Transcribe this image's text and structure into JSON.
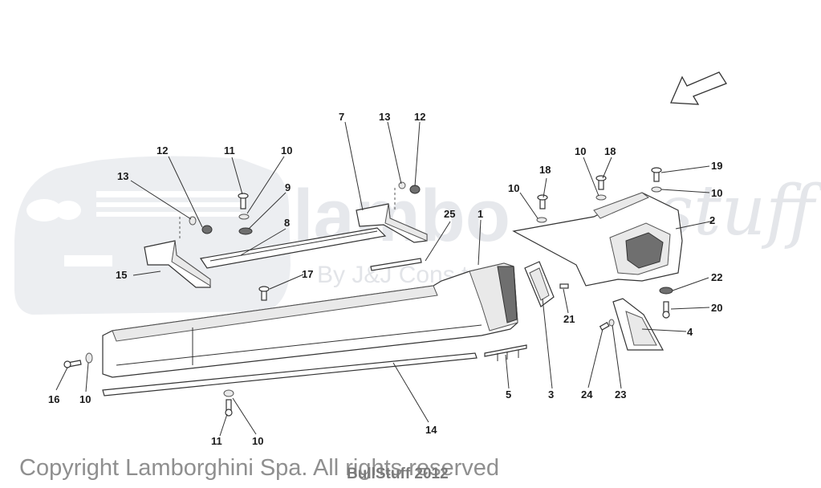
{
  "watermark": {
    "logo_word": "lambo",
    "logo_script": "stuff",
    "logo_sub": "By J&J Cons  ts",
    "car_silhouette_icon": "car-silhouette-icon"
  },
  "direction_arrow_icon": "direction-arrow-icon",
  "callouts": [
    {
      "id": "c12a",
      "label": "12"
    },
    {
      "id": "c11a",
      "label": "11"
    },
    {
      "id": "c10a",
      "label": "10"
    },
    {
      "id": "c13a",
      "label": "13"
    },
    {
      "id": "c9",
      "label": "9"
    },
    {
      "id": "c8",
      "label": "8"
    },
    {
      "id": "c15",
      "label": "15"
    },
    {
      "id": "c7",
      "label": "7"
    },
    {
      "id": "c13b",
      "label": "13"
    },
    {
      "id": "c12b",
      "label": "12"
    },
    {
      "id": "c25",
      "label": "25"
    },
    {
      "id": "c1",
      "label": "1"
    },
    {
      "id": "c17",
      "label": "17"
    },
    {
      "id": "c18a",
      "label": "18"
    },
    {
      "id": "c10b",
      "label": "10"
    },
    {
      "id": "c10c",
      "label": "10"
    },
    {
      "id": "c18b",
      "label": "18"
    },
    {
      "id": "c19",
      "label": "19"
    },
    {
      "id": "c10d",
      "label": "10"
    },
    {
      "id": "c2",
      "label": "2"
    },
    {
      "id": "c22",
      "label": "22"
    },
    {
      "id": "c20",
      "label": "20"
    },
    {
      "id": "c21",
      "label": "21"
    },
    {
      "id": "c4",
      "label": "4"
    },
    {
      "id": "c16",
      "label": "16"
    },
    {
      "id": "c10e",
      "label": "10"
    },
    {
      "id": "c14",
      "label": "14"
    },
    {
      "id": "c5",
      "label": "5"
    },
    {
      "id": "c3",
      "label": "3"
    },
    {
      "id": "c24",
      "label": "24"
    },
    {
      "id": "c23",
      "label": "23"
    },
    {
      "id": "c11b",
      "label": "11"
    },
    {
      "id": "c10f",
      "label": "10"
    }
  ],
  "footer": {
    "copyright": "Copyright  Lamborghini Spa.  All rights reserved",
    "bullstuff": "BullStuff 2012"
  }
}
